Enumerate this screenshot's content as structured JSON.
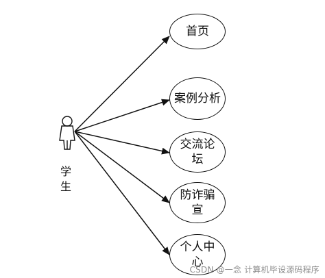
{
  "actor": {
    "label": "学生"
  },
  "use_cases": [
    {
      "id": "home",
      "label": "首页"
    },
    {
      "id": "case-analysis",
      "label": "案例分析"
    },
    {
      "id": "forum",
      "label": "交流论坛"
    },
    {
      "id": "fraud-prevention",
      "label": "防诈骗宣"
    },
    {
      "id": "personal-center",
      "label": "个人中心"
    }
  ],
  "watermark": "CSDN @一念 计算机毕设源码程序",
  "colors": {
    "line": "#111111",
    "background": "#ffffff"
  }
}
